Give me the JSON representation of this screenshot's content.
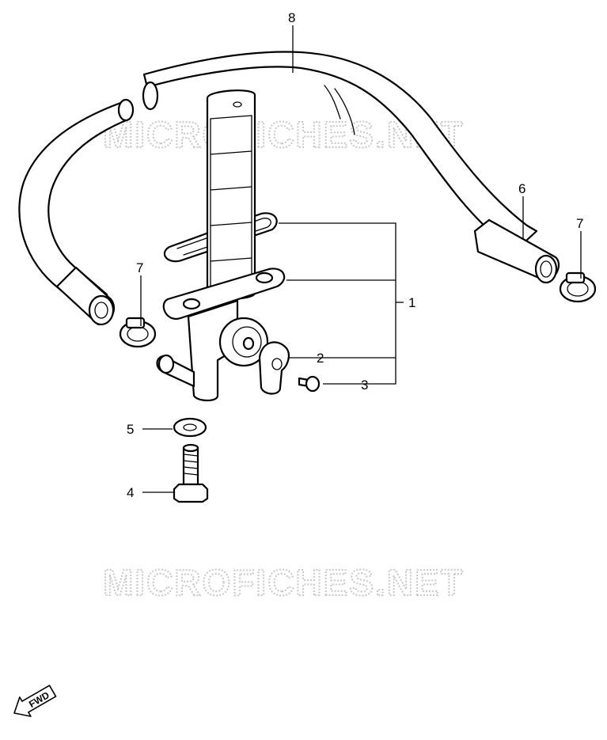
{
  "watermark": {
    "text": "MICROFICHES.NET"
  },
  "callouts": [
    {
      "id": "8",
      "label": "8"
    },
    {
      "id": "6",
      "label": "6"
    },
    {
      "id": "7a",
      "label": "7"
    },
    {
      "id": "7b",
      "label": "7"
    },
    {
      "id": "1",
      "label": "1"
    },
    {
      "id": "2",
      "label": "2"
    },
    {
      "id": "3",
      "label": "3"
    },
    {
      "id": "5",
      "label": "5"
    },
    {
      "id": "4",
      "label": "4"
    }
  ],
  "fwd_badge": {
    "label": "FWD"
  },
  "colors": {
    "line": "#000000",
    "background": "#ffffff",
    "watermark": "#c8c8c8"
  }
}
